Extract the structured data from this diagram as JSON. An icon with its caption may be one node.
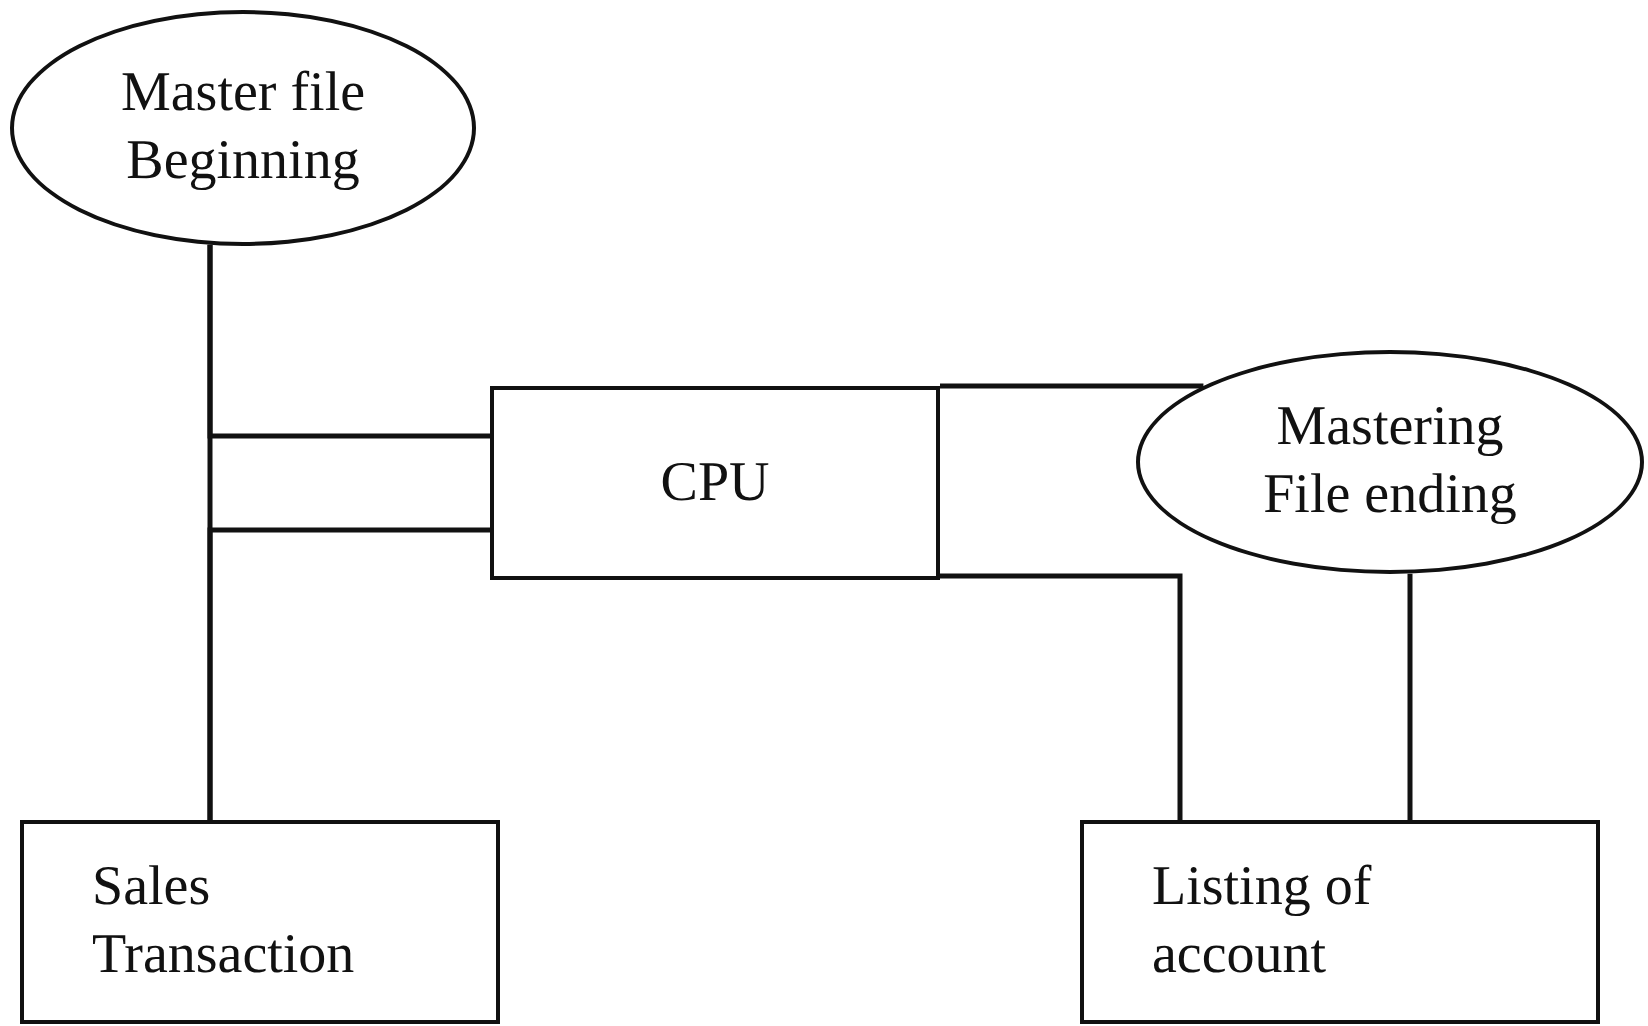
{
  "diagram": {
    "nodes": [
      {
        "text": [
          "Master file Beginning"
        ]
      },
      {
        "text": [
          "CPU"
        ]
      },
      {
        "text": [
          "Mastering File ending"
        ]
      },
      {
        "text": [
          "Sales Transaction"
        ]
      },
      {
        "text": [
          "Listing of account"
        ]
      }
    ],
    "edges": [
      {
        "from": 0,
        "to": 3,
        "arrow": "none"
      },
      {
        "from": 0,
        "to": 1,
        "arrow": "none"
      },
      {
        "from": 3,
        "to": 1,
        "arrow": "none"
      },
      {
        "from": 1,
        "to": 2,
        "arrow": "none"
      },
      {
        "from": 1,
        "to": 4,
        "arrow": "none"
      },
      {
        "from": 2,
        "to": 4,
        "arrow": "none"
      }
    ]
  }
}
